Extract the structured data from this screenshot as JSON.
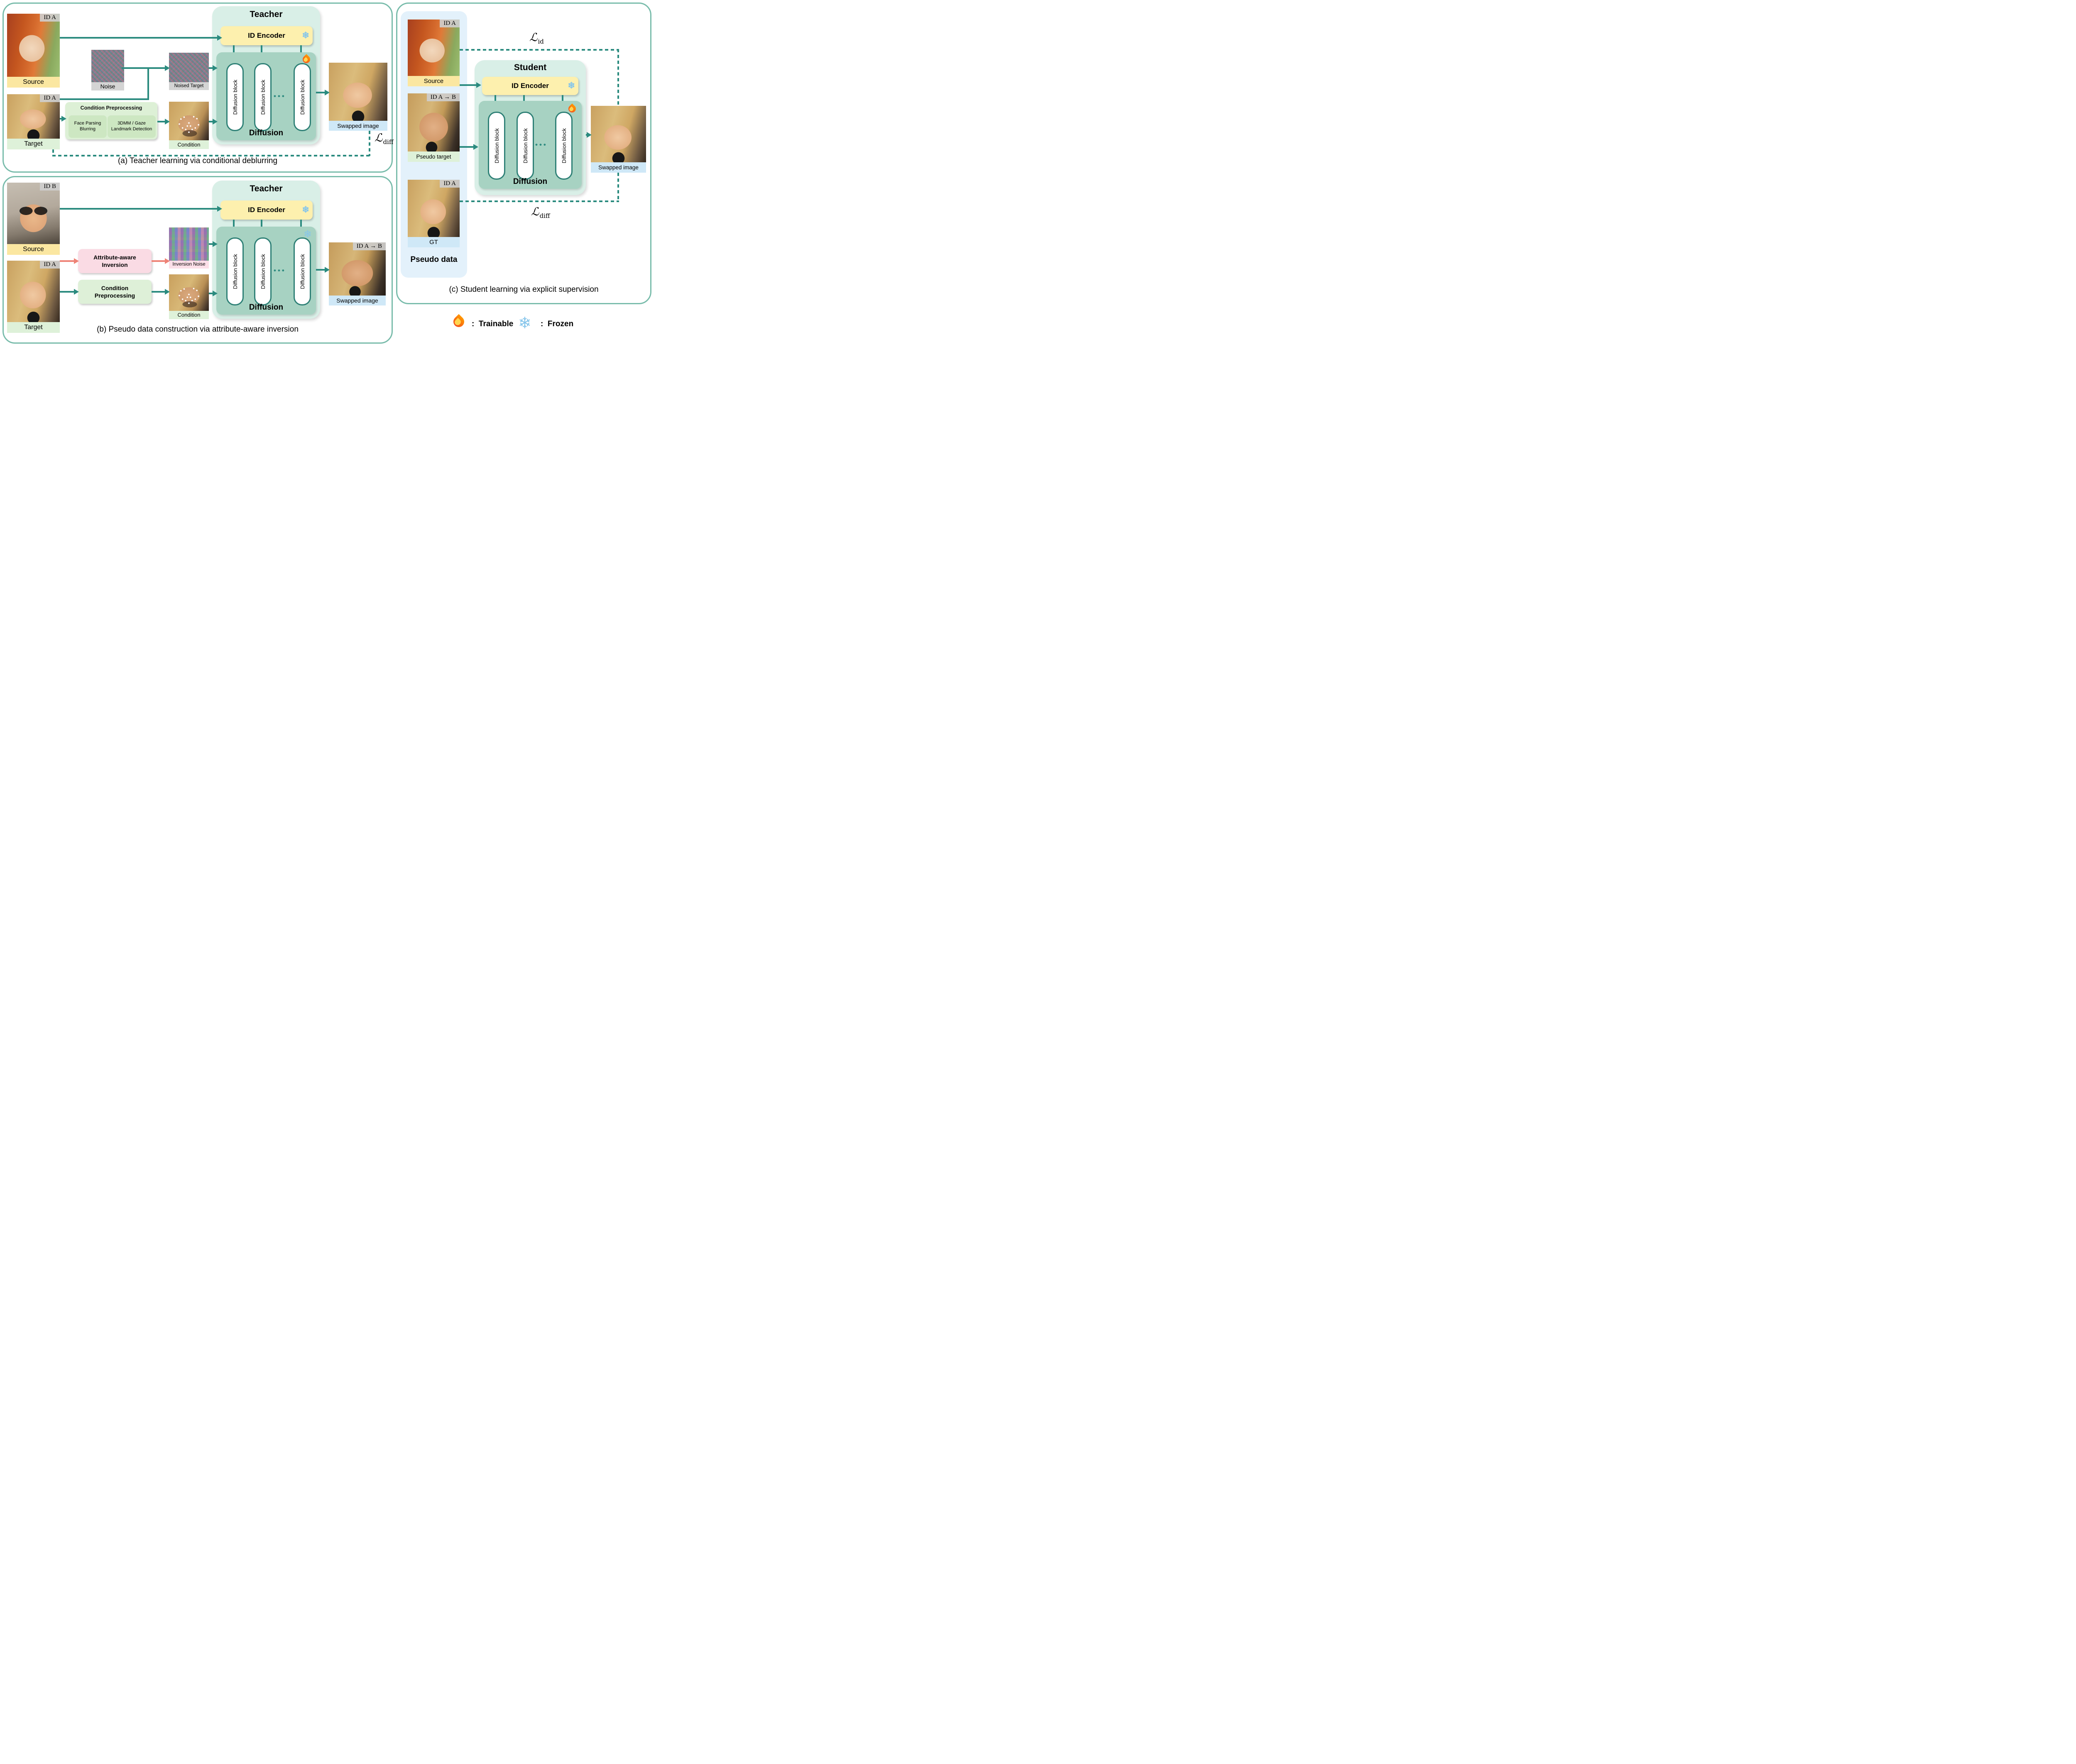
{
  "panel_a": {
    "caption": "(a) Teacher learning via conditional deblurring",
    "source": {
      "id_tag": "ID A",
      "label": "Source"
    },
    "target": {
      "id_tag": "ID A",
      "label": "Target"
    },
    "noise_label": "Noise",
    "noised_target_label": "Noised Target",
    "condition_label": "Condition",
    "condition_preprocessing": {
      "title": "Condition Preprocessing",
      "face_parsing": "Face Parsing Blurring",
      "landmark": "3DMM / Gaze Landmark Detection"
    },
    "teacher": {
      "title": "Teacher",
      "id_encoder": "ID Encoder",
      "diffusion_title": "Diffusion",
      "diffusion_block": "Diffusion block",
      "dots": "•••"
    },
    "swapped_label": "Swapped image",
    "loss_diff": {
      "symbol": "ℒ",
      "sub": "diff"
    }
  },
  "panel_b": {
    "caption": "(b) Pseudo data construction via attribute-aware inversion",
    "source": {
      "id_tag": "ID B",
      "label": "Source"
    },
    "target": {
      "id_tag": "ID A",
      "label": "Target"
    },
    "attribute_inversion": {
      "line1": "Attribute-aware",
      "line2": "Inversion"
    },
    "condition_preprocessing": {
      "line1": "Condition",
      "line2": "Preprocessing"
    },
    "inversion_noise_label": "Inversion Noise",
    "condition_label": "Condition",
    "teacher": {
      "title": "Teacher",
      "id_encoder": "ID Encoder",
      "diffusion_title": "Diffusion",
      "diffusion_block": "Diffusion block",
      "dots": "•••"
    },
    "swapped": {
      "id_tag": "ID A → B",
      "label": "Swapped image"
    }
  },
  "panel_c": {
    "caption": "(c) Student learning via explicit supervision",
    "pseudo_data_title": "Pseudo data",
    "source": {
      "id_tag": "ID A",
      "label": "Source"
    },
    "pseudo_target": {
      "id_tag": "ID A → B",
      "label": "Pseudo target"
    },
    "gt": {
      "id_tag": "ID A",
      "label": "GT"
    },
    "student": {
      "title": "Student",
      "id_encoder": "ID Encoder",
      "diffusion_title": "Diffusion",
      "diffusion_block": "Diffusion block",
      "dots": "•••"
    },
    "swapped_label": "Swapped image",
    "loss_id": {
      "symbol": "ℒ",
      "sub": "id"
    },
    "loss_diff": {
      "symbol": "ℒ",
      "sub": "diff"
    }
  },
  "legend": {
    "colon": ":",
    "trainable": "Trainable",
    "frozen": "Frozen"
  },
  "icons": {
    "snowflake": "❄"
  },
  "colors": {
    "teal_arrow": "#2b8b7f",
    "red_arrow": "#ee8276",
    "panel_border": "#79bcab",
    "model_bg": "#d9efe7",
    "diffusion_bg": "#a7d2c2",
    "id_encoder_bg": "#fdf0ae",
    "yellow_label": "#fbe7a1",
    "green_label": "#def1d9",
    "blue_label": "#cfe8f7",
    "gray_label": "#d4d4d4",
    "pink_box": "#fadbe4",
    "pink_label": "#fcdfe8",
    "green_box": "#ddf0d6",
    "pseudo_bg": "#e3f1fb"
  }
}
